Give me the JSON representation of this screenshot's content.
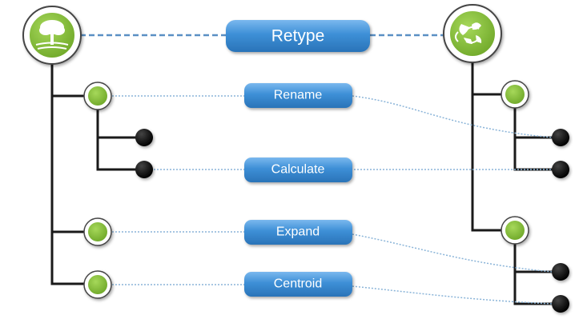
{
  "diagram": {
    "operations": [
      {
        "id": "retype",
        "label": "Retype"
      },
      {
        "id": "rename",
        "label": "Rename"
      },
      {
        "id": "calculate",
        "label": "Calculate"
      },
      {
        "id": "expand",
        "label": "Expand"
      },
      {
        "id": "centroid",
        "label": "Centroid"
      }
    ],
    "source_icon": "tree-icon",
    "target_icon": "butterfly-recycle-icon",
    "colors": {
      "tree_line": "#1a1a1a",
      "node_fill": "#8cc63f",
      "node_ring": "#ffffff",
      "node_border": "#555555",
      "leaf_fill": "#0a0a0a",
      "pill_fill": "#3d8fd6",
      "pill_highlight": "#7ab8ee",
      "dashed_line": "#5a8fc4",
      "dotted_line": "#8ab4d8"
    }
  }
}
